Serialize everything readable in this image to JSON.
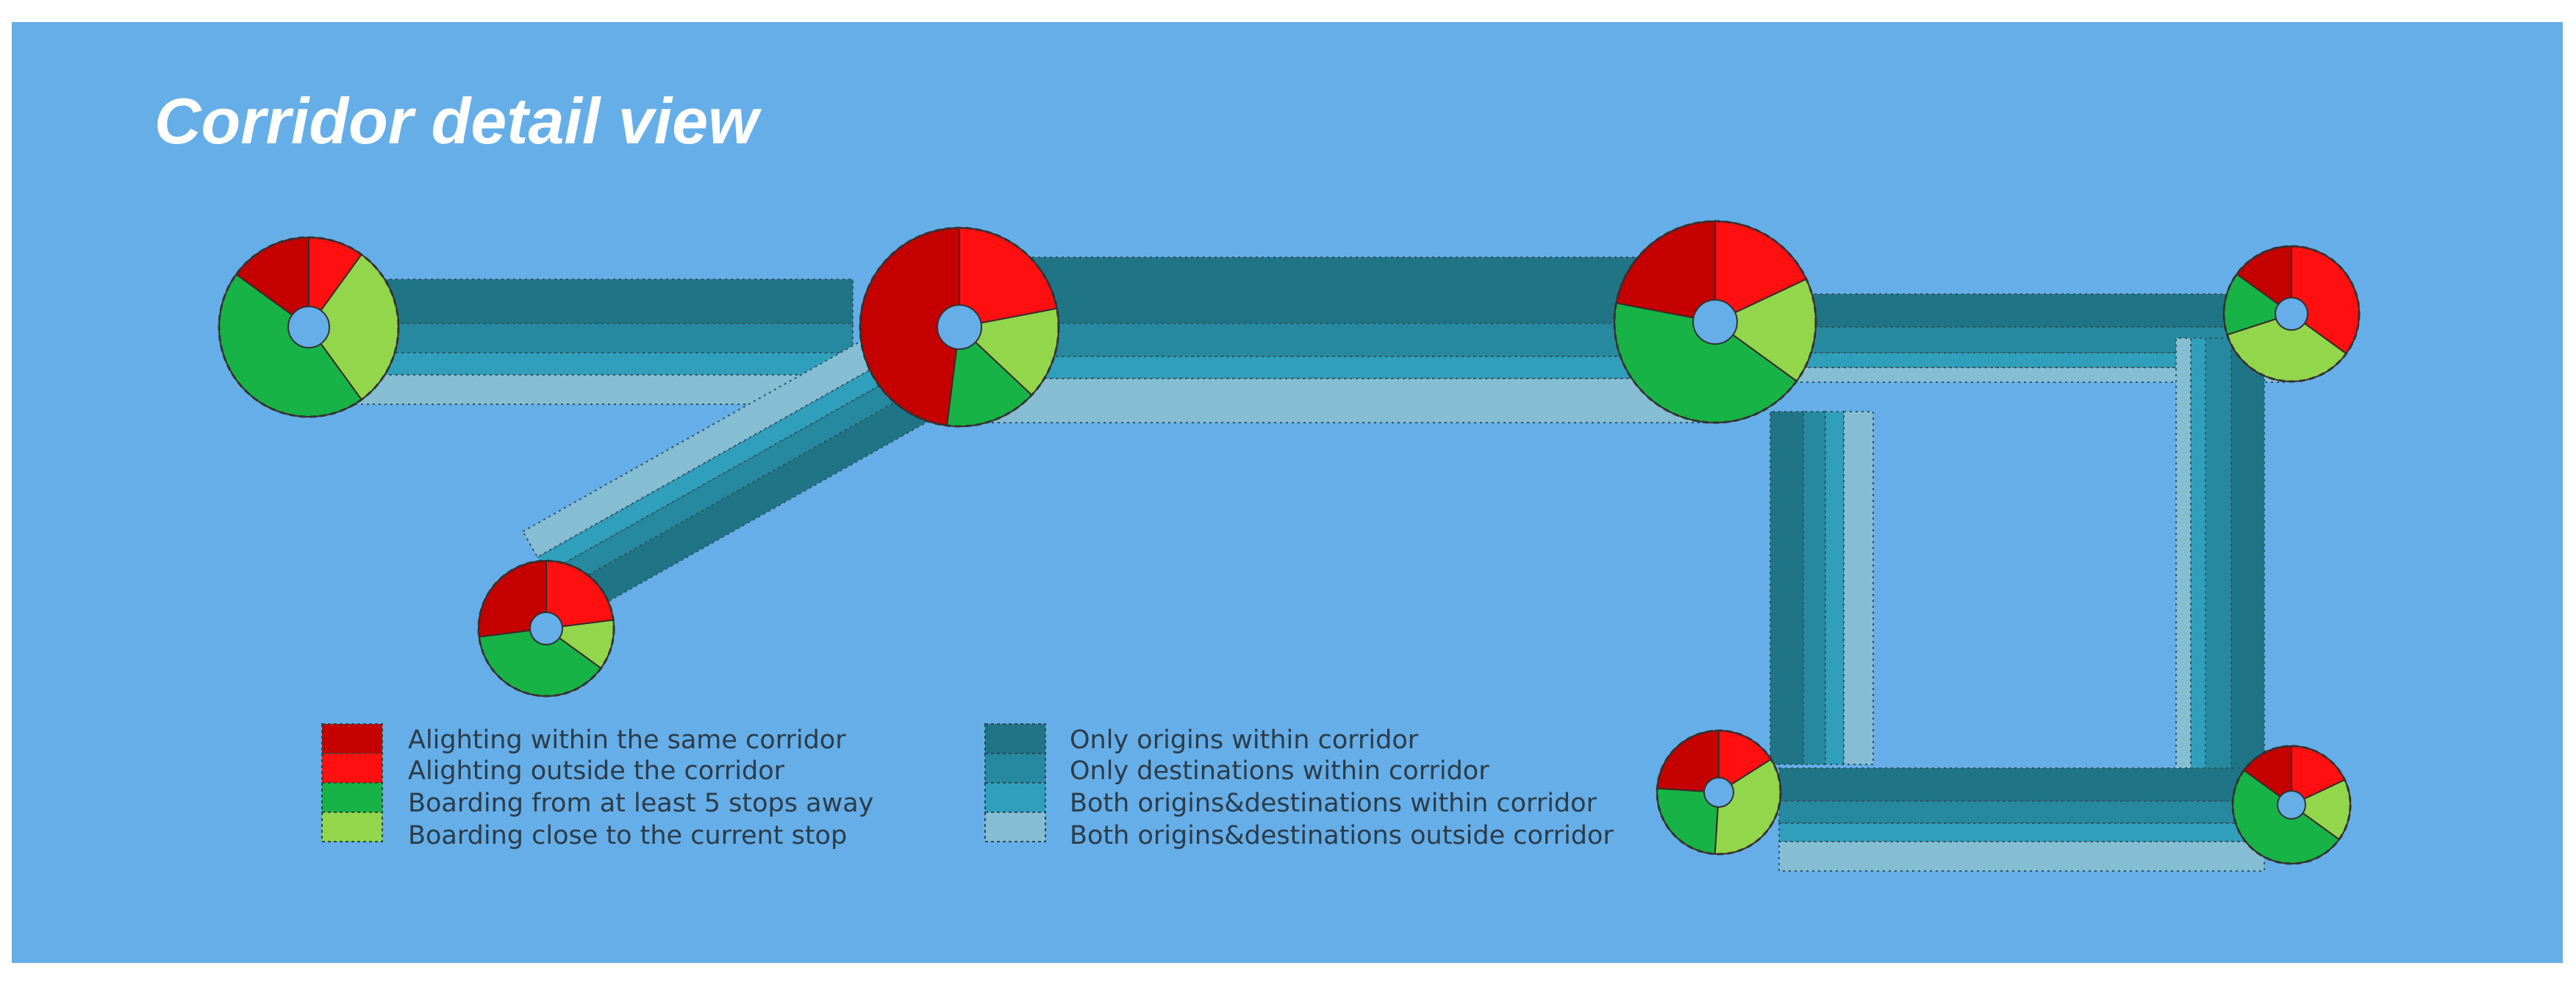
{
  "title": "Corridor detail view",
  "colors": {
    "background": "#66aee8",
    "alight_same": "#c40000",
    "alight_outside": "#ff0f0f",
    "board_far": "#17b346",
    "board_close": "#92d64c",
    "origins_only": "#1f7585",
    "destinations_only": "#2789a0",
    "both_within": "#309fbc",
    "both_outside": "#85bdd2",
    "legend_text": "#2b3c4a",
    "title_text": "#ffffff"
  },
  "stop_legend": [
    {
      "label": "Alighting within the same corridor",
      "color_key": "alight_same"
    },
    {
      "label": "Alighting outside the corridor",
      "color_key": "alight_outside"
    },
    {
      "label": "Boarding from at least 5 stops away",
      "color_key": "board_far"
    },
    {
      "label": "Boarding close to the current stop",
      "color_key": "board_close"
    }
  ],
  "flow_legend": [
    {
      "label": "Only origins within corridor",
      "color_key": "origins_only"
    },
    {
      "label": "Only destinations within corridor",
      "color_key": "destinations_only"
    },
    {
      "label": "Both origins&destinations within corridor",
      "color_key": "both_within"
    },
    {
      "label": "Both origins&destinations outside corridor",
      "color_key": "both_outside"
    }
  ],
  "stops": [
    {
      "id": "stop-1",
      "shares": {
        "alight_same": 0.15,
        "alight_outside": 0.1,
        "board_close": 0.3,
        "board_far": 0.45
      }
    },
    {
      "id": "stop-2",
      "shares": {
        "alight_same": 0.48,
        "alight_outside": 0.22,
        "board_close": 0.15,
        "board_far": 0.15
      }
    },
    {
      "id": "stop-3",
      "shares": {
        "alight_same": 0.22,
        "alight_outside": 0.18,
        "board_close": 0.17,
        "board_far": 0.43
      }
    },
    {
      "id": "stop-4",
      "shares": {
        "alight_same": 0.15,
        "alight_outside": 0.35,
        "board_close": 0.35,
        "board_far": 0.15
      }
    },
    {
      "id": "stop-5",
      "shares": {
        "alight_same": 0.27,
        "alight_outside": 0.23,
        "board_close": 0.12,
        "board_far": 0.38
      }
    },
    {
      "id": "stop-6",
      "shares": {
        "alight_same": 0.24,
        "alight_outside": 0.16,
        "board_close": 0.35,
        "board_far": 0.25
      }
    },
    {
      "id": "stop-7",
      "shares": {
        "alight_same": 0.15,
        "alight_outside": 0.18,
        "board_close": 0.17,
        "board_far": 0.5
      }
    }
  ]
}
